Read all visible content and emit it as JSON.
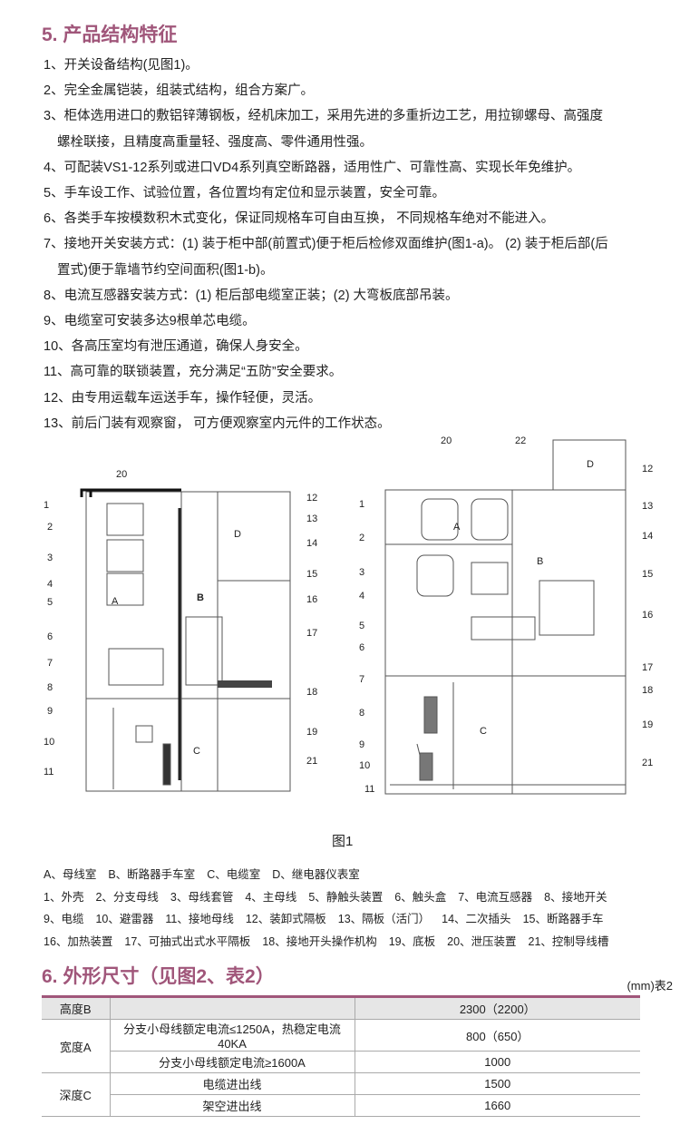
{
  "section5": {
    "title": "5. 产品结构特征",
    "items": [
      "1、开关设备结构(见图1)。",
      "2、完全金属铠装，组装式结构，组合方案广。",
      "3、柜体选用进口的敷铝锌薄钢板，经机床加工，采用先进的多重折边工艺，用拉铆螺母、高强度",
      "螺栓联接，且精度高重量轻、强度高、零件通用性强。",
      "4、可配装VS1-12系列或进口VD4系列真空断路器，适用性广、可靠性高、实现长年免维护。",
      "5、手车设工作、试验位置，各位置均有定位和显示装置，安全可靠。",
      "6、各类手车按模数积木式变化，保证同规格车可自由互换， 不同规格车绝对不能进入。",
      "7、接地开关安装方式：(1) 装于柜中部(前置式)便于柜后检修双面维护(图1-a)。 (2) 装于柜后部(后",
      "置式)便于靠墙节约空间面积(图1-b)。",
      "8、电流互感器安装方式：(1) 柜后部电缆室正装；(2) 大弯板底部吊装。",
      "9、电缆室可安装多达9根单芯电缆。",
      "10、各高压室均有泄压通道，确保人身安全。",
      "11、高可靠的联锁装置，充分满足“五防”安全要求。",
      "12、由专用运载车运送手车，操作轻便，灵活。",
      "13、前后门装有观察窗， 可方便观察室内元件的工作状态。"
    ]
  },
  "figure": {
    "caption": "图1",
    "left_labels": [
      "20",
      "1",
      "2",
      "3",
      "4",
      "5",
      "A",
      "6",
      "7",
      "8",
      "9",
      "10",
      "11",
      "B",
      "D",
      "C",
      "12",
      "13",
      "14",
      "15",
      "16",
      "17",
      "18",
      "19",
      "21"
    ],
    "right_labels": [
      "20",
      "22",
      "D",
      "12",
      "1",
      "13",
      "A",
      "2",
      "14",
      "B",
      "3",
      "15",
      "4",
      "16",
      "5",
      "6",
      "17",
      "7",
      "18",
      "8",
      "9",
      "19",
      "C",
      "10",
      "21",
      "11"
    ]
  },
  "legend": {
    "rows": [
      [
        "A、母线室",
        "B、断路器手车室",
        "C、电缆室",
        "D、继电器仪表室"
      ],
      [
        "1、外壳",
        "2、分支母线",
        "3、母线套管",
        "4、主母线",
        "5、静触头装置",
        "6、触头盒",
        "7、电流互感器",
        "8、接地开关"
      ],
      [
        "9、电缆",
        "10、避雷器",
        "11、接地母线",
        "12、装卸式隔板",
        "13、隔板（活门）",
        "14、二次插头",
        "15、断路器手车"
      ],
      [
        "16、加热装置",
        "17、可抽式出式水平隔板",
        "18、接地开头操作机构",
        "19、底板",
        "20、泄压装置",
        "21、控制导线槽"
      ]
    ]
  },
  "section6": {
    "title": "6. 外形尺寸（见图2、表2）",
    "unit": "(mm)表2",
    "rows": [
      {
        "name": "高度B",
        "cond": "",
        "value": "2300（2200）"
      },
      {
        "name": "宽度A",
        "cond": "分支小母线额定电流≤1250A，热稳定电流40KA",
        "value": "800（650）"
      },
      {
        "name": "",
        "cond": "分支小母线额定电流≥1600A",
        "value": "1000"
      },
      {
        "name": "深度C",
        "cond": "电缆进出线",
        "value": "1500"
      },
      {
        "name": "",
        "cond": "架空进出线",
        "value": "1660"
      }
    ]
  },
  "colors": {
    "accent": "#a0567a"
  }
}
